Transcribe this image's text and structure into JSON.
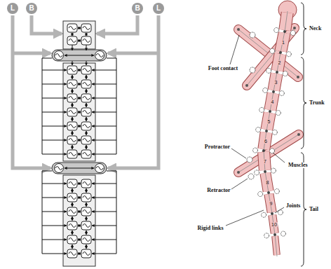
{
  "diagram": {
    "labels": [
      "L",
      "B",
      "B",
      "L",
      "Neck",
      "Trunk",
      "Tail",
      "Foot contact",
      "Protractor",
      "Retractor",
      "Muscles",
      "Joints",
      "Rigid links",
      "1",
      "2",
      "3",
      "4",
      "5",
      "6",
      "7",
      "8",
      "9",
      "10"
    ]
  }
}
